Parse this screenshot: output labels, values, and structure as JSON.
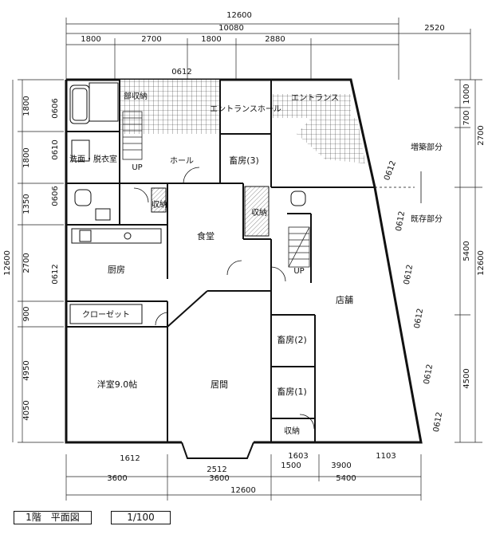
{
  "title": "1階　平面図",
  "scale": "1/100",
  "dims": {
    "top_total": "12600",
    "top_sub": "10080",
    "top_right": "2520",
    "top_segments": [
      "1800",
      "2700",
      "1800",
      "2880"
    ],
    "bottom_total": "12600",
    "bottom_segments_a": [
      "3600",
      "3600",
      "5400"
    ],
    "bottom_segments_b": [
      "1500",
      "3900"
    ],
    "left_total": "12600",
    "left_segments": [
      "1800",
      "1800",
      "1350",
      "2700",
      "900",
      "4950"
    ],
    "left_sub": "4050",
    "right_segments": [
      "1000",
      "700",
      "2700",
      "5400",
      "4500"
    ],
    "right_total": "12600"
  },
  "windows": [
    "0612",
    "0606",
    "0610",
    "0606",
    "0612",
    "0612",
    "0612",
    "0612",
    "0612",
    "0612",
    "0612",
    "1612",
    "2512",
    "1603",
    "1103"
  ],
  "rooms": {
    "closet_top": "部収納",
    "washroom": "洗面・脱衣室",
    "hall": "ホール",
    "entrance_hall": "エントランスホール",
    "entrance": "エントランス",
    "storage_3": "畜房(3)",
    "storage_a": "収納",
    "storage_b": "収納",
    "dining": "食堂",
    "kitchen": "厨房",
    "closet": "クローゼット",
    "western_room": "洋室9.0帖",
    "living": "居間",
    "shop": "店舗",
    "storage_2": "畜房(2)",
    "storage_1": "畜房(1)",
    "storage_c": "収納",
    "up1": "UP",
    "up2": "UP",
    "extension": "増築部分",
    "existing": "既存部分"
  }
}
